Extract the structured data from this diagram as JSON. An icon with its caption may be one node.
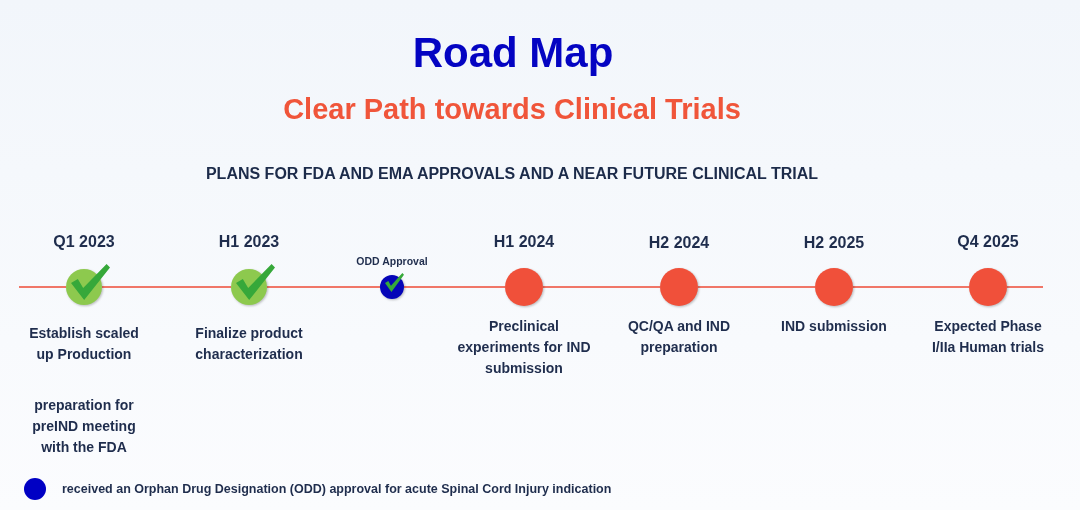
{
  "diagram": {
    "title": "Road Map",
    "nodes": [
      {
        "text": [],
        "shape": "circle",
        "beside": [
          "Q1 2023",
          "Establish scaled up Production",
          "preparation for preIND meeting with the FDA"
        ]
      },
      {
        "text": [],
        "shape": "circle",
        "beside": [
          "H1 2023",
          "Finalize product characterization"
        ]
      },
      {
        "text": [],
        "shape": "circle",
        "beside": [
          "ODD Approval"
        ]
      },
      {
        "text": [],
        "shape": "circle",
        "beside": [
          "H1 2024",
          "Preclinical experiments for IND submission"
        ]
      },
      {
        "text": [],
        "shape": "circle",
        "beside": [
          "H2 2024",
          "QC/QA and IND preparation"
        ]
      },
      {
        "text": [],
        "shape": "circle",
        "beside": [
          "H2 2025",
          "IND submission"
        ]
      },
      {
        "text": [],
        "shape": "circle",
        "beside": [
          "Q4 2025",
          "Expected Phase I/IIa Human trials"
        ]
      }
    ],
    "edges": [
      {
        "from": null,
        "to": 0,
        "arrow": "none"
      },
      {
        "from": 0,
        "to": 1,
        "arrow": "none"
      },
      {
        "from": 1,
        "to": 2,
        "arrow": "none"
      },
      {
        "from": 2,
        "to": 3,
        "arrow": "none"
      },
      {
        "from": 3,
        "to": 4,
        "arrow": "none"
      },
      {
        "from": 4,
        "to": 5,
        "arrow": "none"
      },
      {
        "from": 5,
        "to": 6,
        "arrow": "none"
      },
      {
        "from": 6,
        "to": null,
        "arrow": "none"
      }
    ],
    "labels": [
      "Clear Path towards Clinical Trials",
      "PLANS FOR FDA AND EMA APPROVALS AND A NEAR FUTURE CLINICAL TRIAL"
    ],
    "legend": [
      {
        "text": "received an Orphan Drug Designation (ODD) approval for acute Spinal Cord Injury indication",
        "color": "#0000c4"
      }
    ]
  }
}
